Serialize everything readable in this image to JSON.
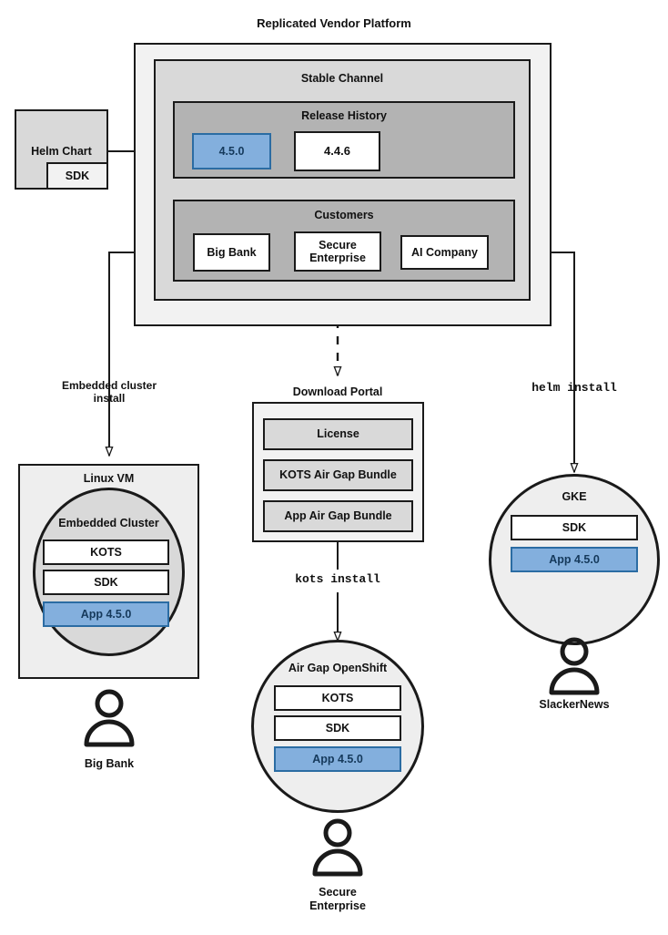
{
  "diagram": {
    "title": "Replicated Vendor Platform",
    "colors": {
      "accent_blue_fill": "#83afdd",
      "accent_blue_border": "#2b6ca3",
      "accent_blue_text": "#15395b",
      "outer_panel": "#f2f2f2",
      "mid_panel": "#d9d9d9",
      "inner_panel": "#b3b3b3",
      "stroke": "#1a1a1a"
    }
  },
  "platform": {
    "label": "Replicated Vendor Platform",
    "channel": {
      "label": "Stable Channel",
      "release_history": {
        "label": "Release History",
        "releases": [
          {
            "version": "4.5.0",
            "state": "current"
          },
          {
            "version": "4.4.6",
            "state": "previous"
          }
        ]
      },
      "customers": {
        "label": "Customers",
        "items": [
          {
            "name": "Big Bank"
          },
          {
            "name": "Secure\nEnterprise"
          },
          {
            "name": "AI Company"
          }
        ]
      }
    }
  },
  "helm_chart": {
    "label": "Helm Chart",
    "sdk_label": "SDK"
  },
  "flows": {
    "embedded_cluster_install": "Embedded cluster\ninstall",
    "helm_install": "helm install",
    "kots_install": "kots install"
  },
  "download_portal": {
    "label": "Download Portal",
    "artifacts": [
      {
        "name": "License"
      },
      {
        "name": "KOTS Air Gap Bundle"
      },
      {
        "name": "App Air Gap Bundle"
      }
    ]
  },
  "targets": [
    {
      "id": "linux-vm",
      "host_label": "Linux VM",
      "inner_label": "Embedded Cluster",
      "components": [
        {
          "name": "KOTS",
          "style": "white"
        },
        {
          "name": "SDK",
          "style": "white"
        },
        {
          "name": "App 4.5.0",
          "style": "blue"
        }
      ],
      "user": "Big Bank"
    },
    {
      "id": "air-gap-openshift",
      "host_label": "Air Gap OpenShift",
      "components": [
        {
          "name": "KOTS",
          "style": "white"
        },
        {
          "name": "SDK",
          "style": "white"
        },
        {
          "name": "App 4.5.0",
          "style": "blue"
        }
      ],
      "user": "Secure\nEnterprise"
    },
    {
      "id": "gke",
      "host_label": "GKE",
      "components": [
        {
          "name": "SDK",
          "style": "white"
        },
        {
          "name": "App 4.5.0",
          "style": "blue"
        }
      ],
      "user": "SlackerNews"
    }
  ]
}
